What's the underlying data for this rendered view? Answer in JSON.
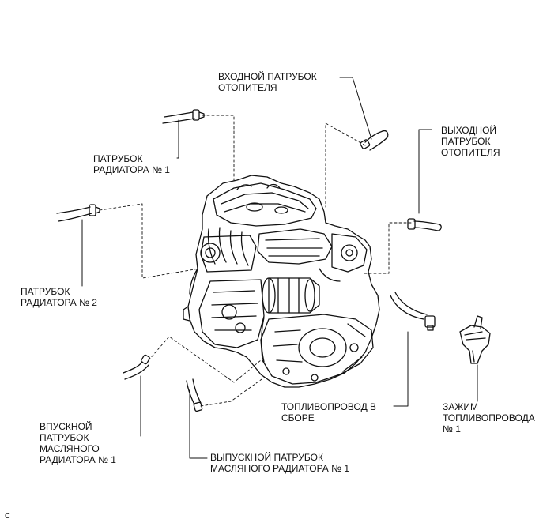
{
  "labels": {
    "inlet_heater_hose": "ВХОДНОЙ ПАТРУБОК\nОТОПИТЕЛЯ",
    "outlet_heater_hose": "ВЫХОДНОЙ\nПАТРУБОК\nОТОПИТЕЛЯ",
    "radiator_hose_1": "ПАТРУБОК\nРАДИАТОРА № 1",
    "radiator_hose_2": "ПАТРУБОК\nРАДИАТОРА № 2",
    "fuel_line_assy": "ТОПЛИВОПРОВОД В\nСБОРЕ",
    "fuel_line_clamp": "ЗАЖИМ\nТОПЛИВОПРОВОДА\n№ 1",
    "oil_cooler_inlet_hose": "ВПУСКНОЙ\nПАТРУБОК\nМАСЛЯНОГО\nРАДИАТОРА № 1",
    "oil_cooler_outlet_hose": "ВЫПУСКНОЙ ПАТРУБОК\nМАСЛЯНОГО РАДИАТОРА № 1"
  },
  "figure_code": "C"
}
